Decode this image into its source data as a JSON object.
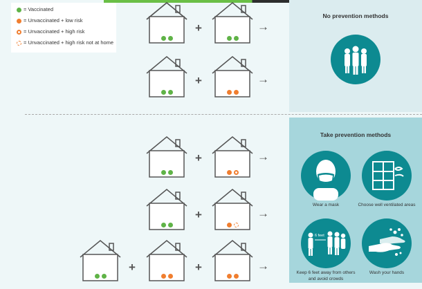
{
  "legend": {
    "vaccinated": "= Vaccinated",
    "unvaccinated_low": "= Unvaccinated + low risk",
    "unvaccinated_high": "= Unvaccinated + high risk",
    "unvaccinated_high_not_home": "= Unvaccinated + high risk not at home"
  },
  "panels": {
    "no_prevention_title": "No prevention methods",
    "take_prevention_title": "Take prevention methods"
  },
  "symbols": {
    "plus": "+",
    "arrow": "→"
  },
  "methods": {
    "mask": "Wear a mask",
    "ventilation": "Choose well ventilated areas",
    "distance": "Keep 6 feet away from others and avoid crowds",
    "distance_sign": "6 feet",
    "wash": "Wash your hands"
  },
  "colors": {
    "vaccinated": "#5fb347",
    "unvaccinated": "#f07e2f",
    "teal": "#0d8a91"
  }
}
